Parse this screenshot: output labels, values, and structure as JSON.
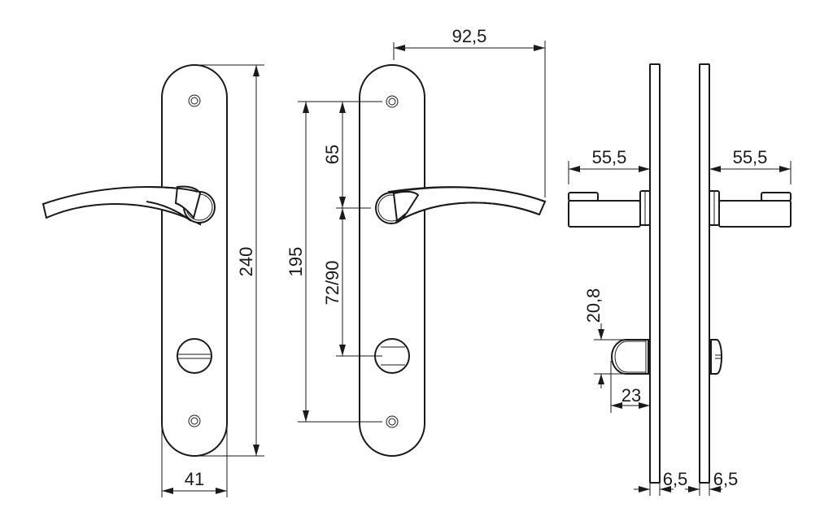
{
  "drawing": {
    "subject": "Door handle on long backplate with WC turn and release",
    "units": "mm",
    "stroke_color": "#1a1a1a",
    "background": "#ffffff"
  },
  "views": {
    "front_left": {
      "name": "Front view (handle left)",
      "dimensions": {
        "height": "240",
        "width": "41"
      }
    },
    "front_right": {
      "name": "Front view (handle right)",
      "dimensions": {
        "handle_length": "92,5",
        "screw_to_handle": "65",
        "screw_to_screw": "195",
        "handle_to_lock": "72/90"
      }
    },
    "side": {
      "name": "Side views",
      "dimensions": {
        "handle_projection_left": "55,5",
        "handle_projection_right": "55,5",
        "turn_height": "20,8",
        "turn_projection": "23",
        "plate_thickness_left": "6,5",
        "plate_thickness_right": "6,5"
      }
    }
  }
}
